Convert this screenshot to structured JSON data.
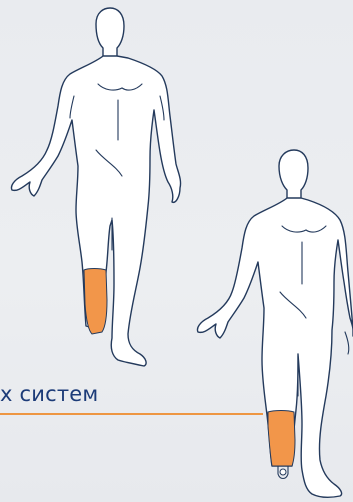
{
  "caption": {
    "text": "х систем"
  },
  "colors": {
    "background": "#eaecef",
    "outline": "#243a5c",
    "body_fill": "#ffffff",
    "prosthesis": "#f2964a",
    "caption_text": "#1c3b78",
    "underline": "#ee9642"
  },
  "figures": [
    {
      "name": "transtibial-amputee-figure",
      "highlight": "right-lower-leg-prosthesis"
    },
    {
      "name": "transfemoral-amputee-figure",
      "highlight": "right-lower-leg-prosthesis"
    }
  ]
}
